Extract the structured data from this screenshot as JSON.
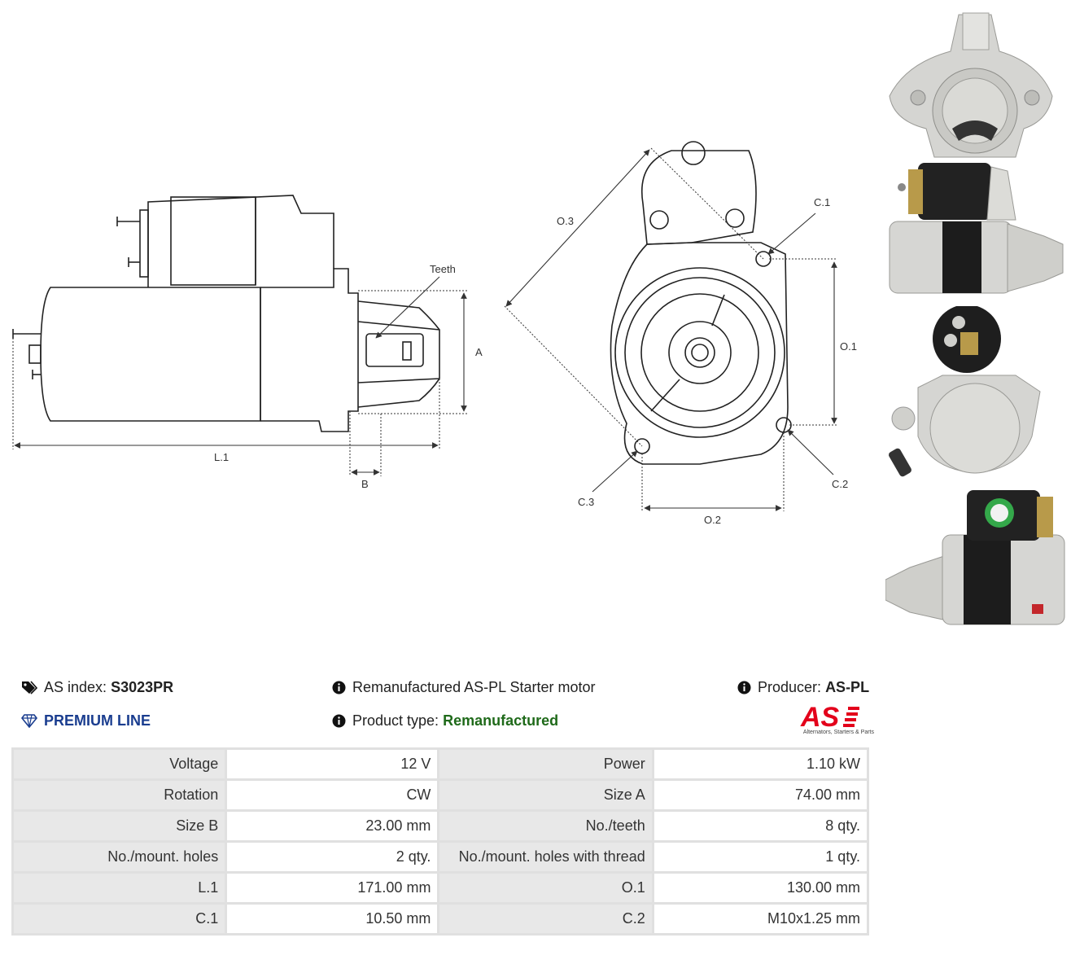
{
  "drawing_labels": {
    "teeth": "Teeth",
    "a": "A",
    "b": "B",
    "l1": "L.1",
    "o1": "O.1",
    "o2": "O.2",
    "o3": "O.3",
    "c1": "C.1",
    "c2": "C.2",
    "c3": "C.3"
  },
  "photos": [
    {
      "icon": "starter-front-photo"
    },
    {
      "icon": "starter-side-photo"
    },
    {
      "icon": "starter-rear-photo"
    },
    {
      "icon": "starter-side-label-photo"
    }
  ],
  "info": {
    "as_index_label": "AS index:",
    "as_index_value": "S3023PR",
    "premium_line": "PREMIUM LINE",
    "description": "Remanufactured AS-PL Starter motor",
    "product_type_label": "Product type:",
    "product_type_value": "Remanufactured",
    "producer_label": "Producer:",
    "producer_value": "AS-PL",
    "logo_text": "AS",
    "logo_subtitle": "Alternators, Starters & Parts"
  },
  "colors": {
    "premium": "#1a3d8f",
    "product_type": "#1f6a1a",
    "logo_red": "#e3001b",
    "table_label_bg": "#e8e8e8",
    "table_border": "#e0e0e0"
  },
  "specs": [
    [
      {
        "label": "Voltage",
        "value": "12 V"
      },
      {
        "label": "Power",
        "value": "1.10 kW"
      }
    ],
    [
      {
        "label": "Rotation",
        "value": "CW"
      },
      {
        "label": "Size A",
        "value": "74.00 mm"
      }
    ],
    [
      {
        "label": "Size B",
        "value": "23.00 mm"
      },
      {
        "label": "No./teeth",
        "value": "8 qty."
      }
    ],
    [
      {
        "label": "No./mount. holes",
        "value": "2 qty."
      },
      {
        "label": "No./mount. holes with thread",
        "value": "1 qty."
      }
    ],
    [
      {
        "label": "L.1",
        "value": "171.00 mm"
      },
      {
        "label": "O.1",
        "value": "130.00 mm"
      }
    ],
    [
      {
        "label": "C.1",
        "value": "10.50 mm"
      },
      {
        "label": "C.2",
        "value": "M10x1.25 mm"
      }
    ]
  ]
}
